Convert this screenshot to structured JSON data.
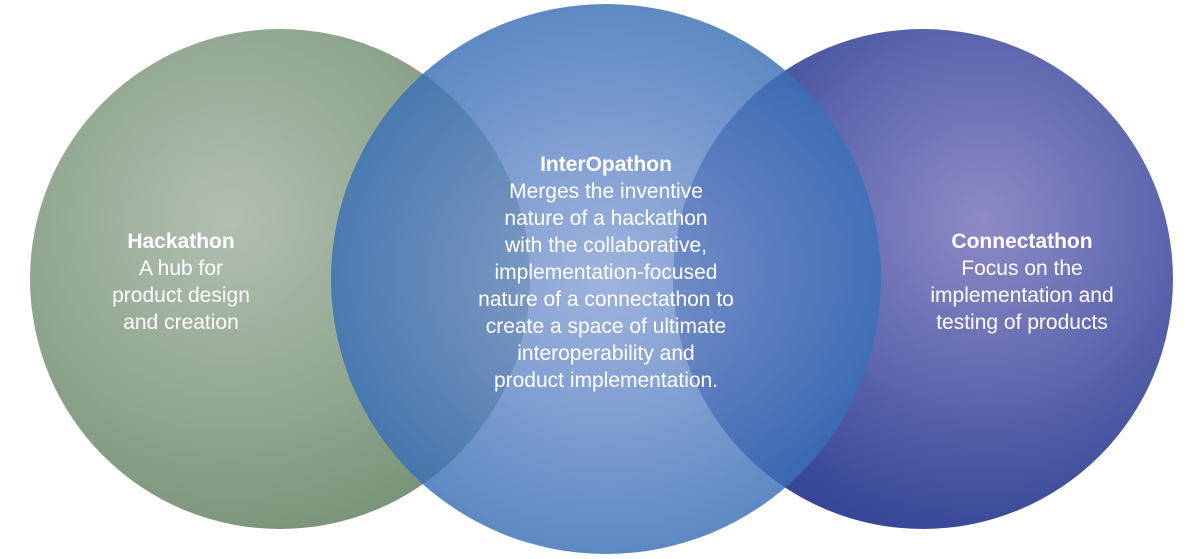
{
  "diagram": {
    "circles": [
      {
        "id": "hackathon",
        "title": "Hackathon",
        "lines": [
          "A hub for",
          "product design",
          "and creation"
        ]
      },
      {
        "id": "interopathon",
        "title": "InterOpathon",
        "lines": [
          "Merges the inventive",
          "nature of a hackathon",
          "with the collaborative,",
          "implementation-focused",
          "nature of a connectathon to",
          "create a space of ultimate",
          "interoperability and",
          "product implementation."
        ]
      },
      {
        "id": "connectathon",
        "title": "Connectathon",
        "lines": [
          "Focus on the",
          "implementation and",
          "testing of products"
        ]
      }
    ],
    "colors": {
      "hackathon": "#98ad98",
      "interopathon": "#4a7cc0",
      "connectathon": "#3a4a98",
      "text": "#ffffff"
    }
  }
}
